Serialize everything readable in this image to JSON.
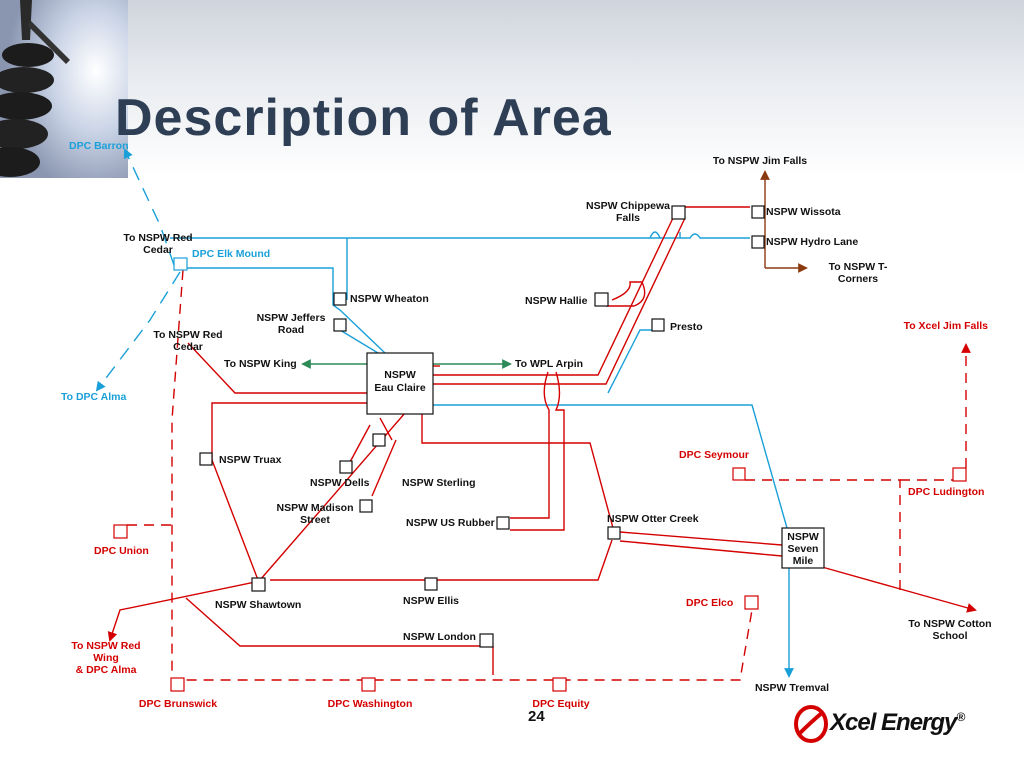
{
  "slide": {
    "title": "Description of Area",
    "page_number": "24"
  },
  "brand": {
    "name": "Xcel Energy",
    "mark": "®",
    "color": "#d40000"
  },
  "colors": {
    "nspw_line": "#d40000",
    "dpc_line": "#1aa0d8",
    "wpl_line": "#2e8b57",
    "external_line": "#8b3a10",
    "dpc_label": "#d40000"
  },
  "labels": {
    "dpc_barron": "DPC Barron",
    "to_jim_falls": "To NSPW Jim Falls",
    "chippewa_1": "NSPW Chippewa",
    "chippewa_2": "Falls",
    "wissota": "NSPW Wissota",
    "hydro_lane": "NSPW Hydro Lane",
    "t_corners_1": "To NSPW T-",
    "t_corners_2": "Corners",
    "red_cedar_top_1": "To NSPW Red",
    "red_cedar_top_2": "Cedar",
    "elk_mound": "DPC Elk Mound",
    "wheaton": "NSPW Wheaton",
    "jeffers_1": "NSPW Jeffers",
    "jeffers_2": "Road",
    "hallie": "NSPW Hallie",
    "presto": "Presto",
    "xcel_jim_falls": "To Xcel Jim Falls",
    "red_cedar_mid_1": "To NSPW Red",
    "red_cedar_mid_2": "Cedar",
    "to_king": "To NSPW King",
    "eau_claire_1": "NSPW",
    "eau_claire_2": "Eau Claire",
    "to_wpl_arpin": "To WPL Arpin",
    "to_dpc_alma": "To DPC Alma",
    "truax": "NSPW Truax",
    "dells": "NSPW Dells",
    "sterling": "NSPW Sterling",
    "dpc_seymour": "DPC Seymour",
    "dpc_ludington": "DPC Ludington",
    "madison_1": "NSPW Madison",
    "madison_2": "Street",
    "us_rubber": "NSPW US Rubber",
    "otter_creek": "NSPW Otter Creek",
    "seven_mile_1": "NSPW",
    "seven_mile_2": "Seven",
    "seven_mile_3": "Mile",
    "dpc_union": "DPC Union",
    "shawtown": "NSPW Shawtown",
    "ellis": "NSPW Ellis",
    "dpc_elco": "DPC Elco",
    "cotton_1": "To NSPW Cotton",
    "cotton_2": "School",
    "red_wing_1": "To NSPW Red",
    "red_wing_2": "Wing",
    "red_wing_3": "& DPC Alma",
    "london": "NSPW London",
    "tremval": "NSPW Tremval",
    "dpc_brunswick": "DPC Brunswick",
    "dpc_washington": "DPC Washington",
    "dpc_equity": "DPC Equity"
  }
}
